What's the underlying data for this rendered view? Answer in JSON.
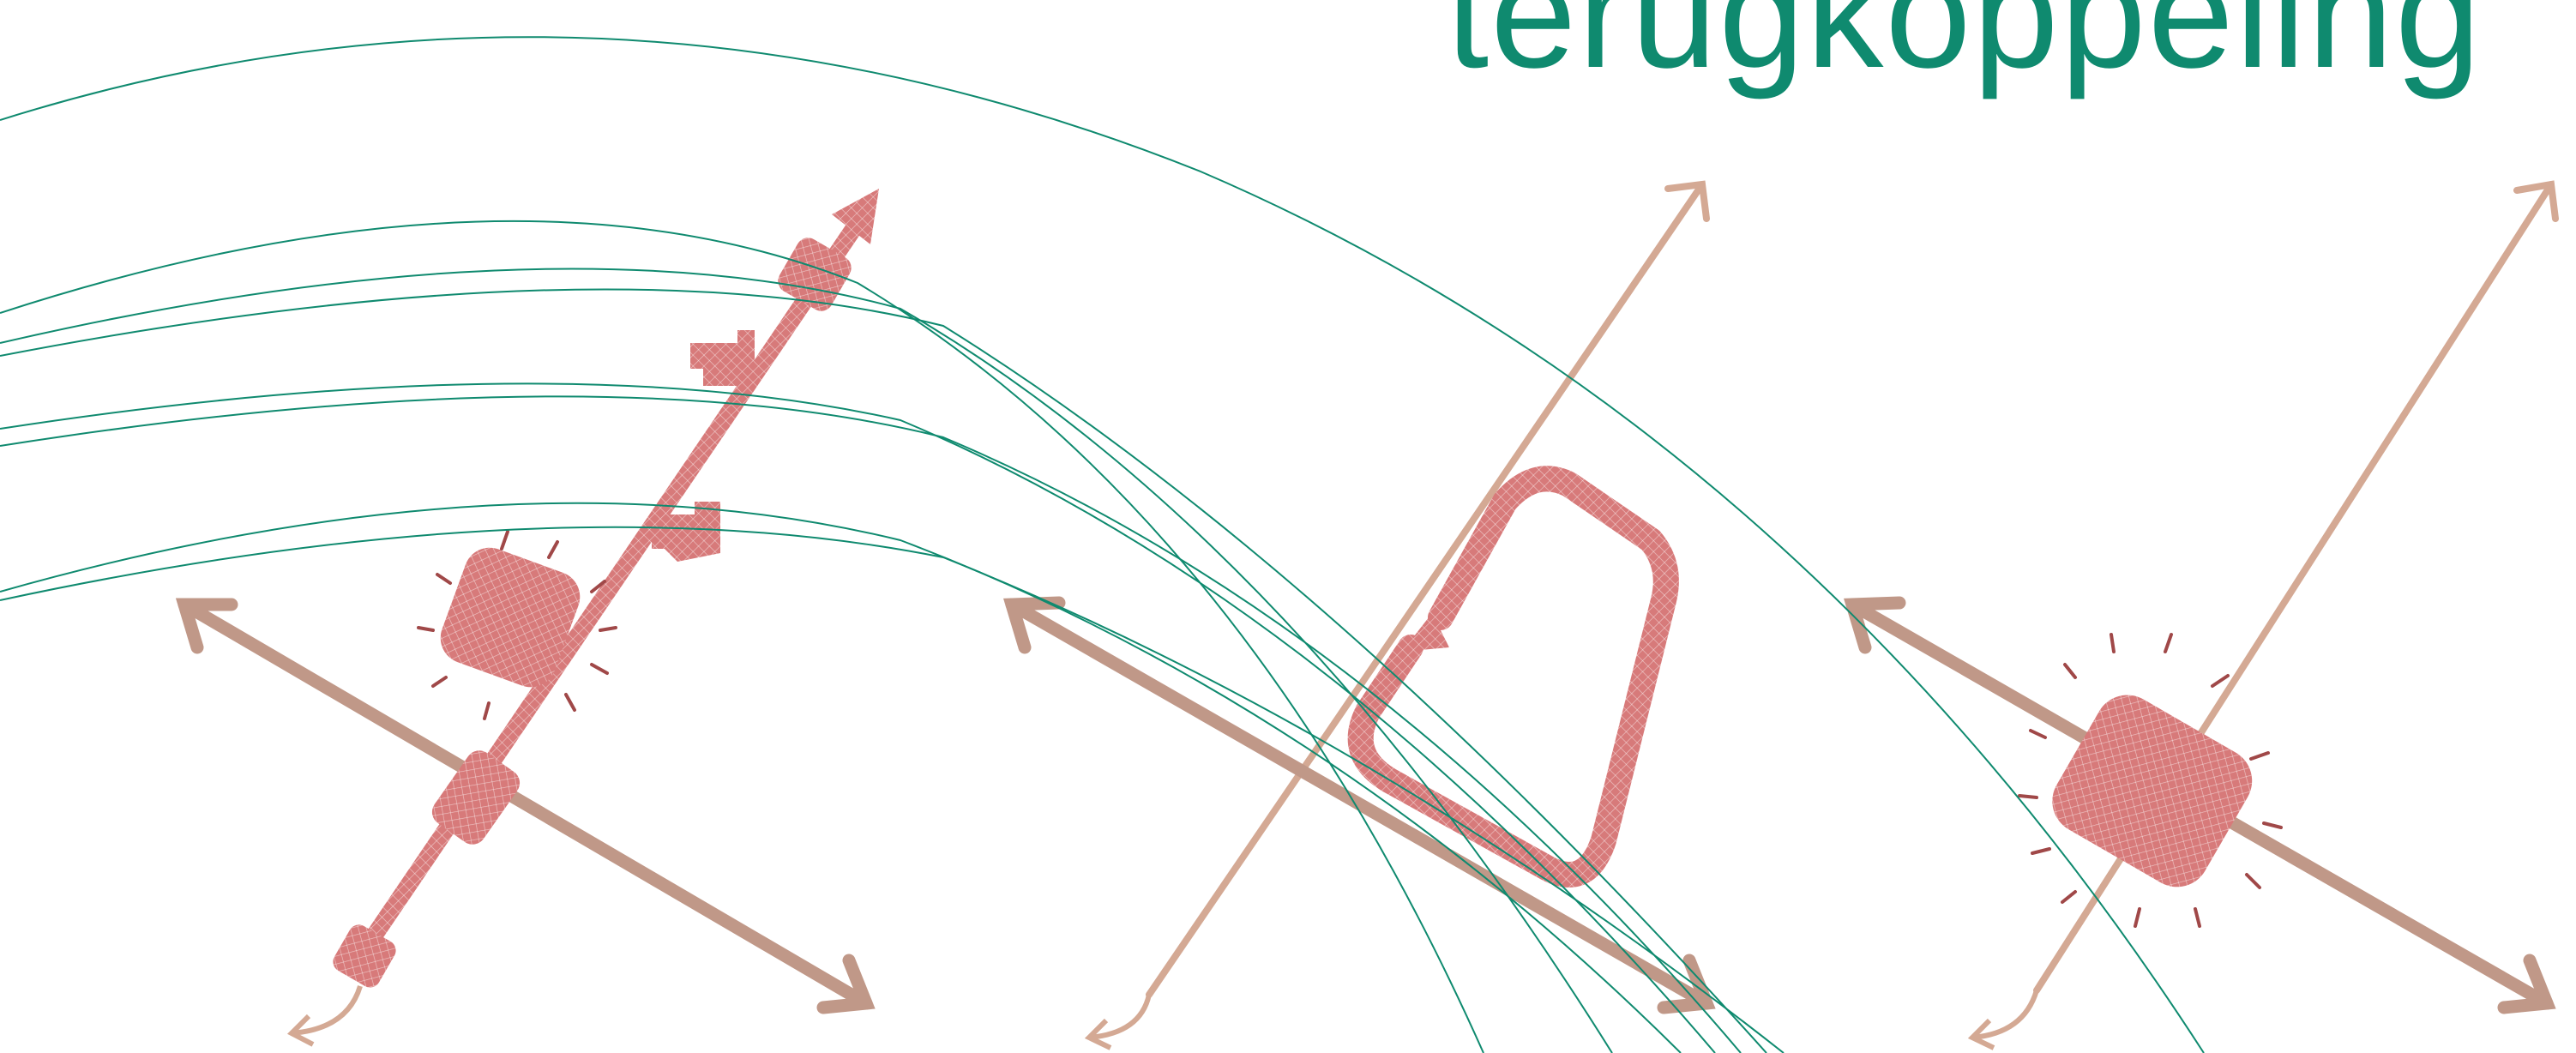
{
  "title": {
    "text": "terugkoppeling"
  },
  "colors": {
    "teal": "#0f8a6f",
    "axis": "#c09888",
    "axis_light": "#d4a994",
    "pink": "#cc6b6b",
    "pink_dark": "#b85353",
    "spark": "#a04848"
  },
  "panels": [
    {
      "name": "chain-process"
    },
    {
      "name": "feedback-loop"
    },
    {
      "name": "central-hub"
    }
  ]
}
